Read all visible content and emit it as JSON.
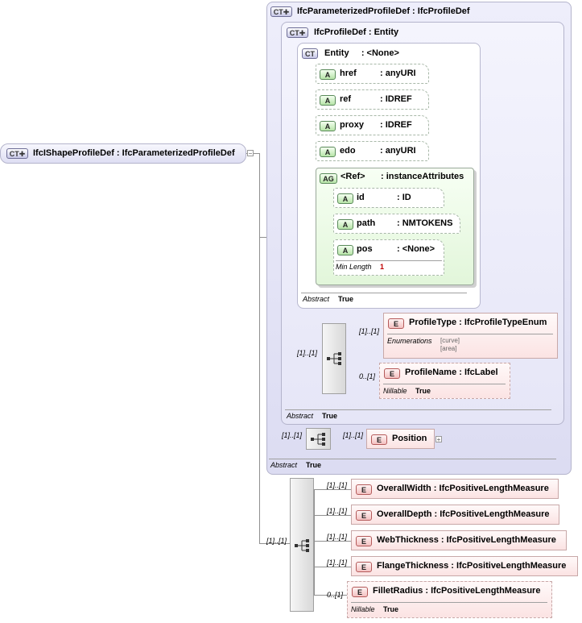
{
  "root": {
    "badge": "CT",
    "label": "IfcIShapeProfileDef : IfcParameterizedProfileDef"
  },
  "parameterized": {
    "badge": "CT",
    "title": "IfcParameterizedProfileDef : IfcProfileDef",
    "abstract_label": "Abstract",
    "abstract_value": "True"
  },
  "profiledef": {
    "badge": "CT",
    "title": "IfcProfileDef : Entity",
    "abstract_label": "Abstract",
    "abstract_value": "True"
  },
  "entity": {
    "badge": "CT",
    "title": "Entity     : <None>",
    "abstract_label": "Abstract",
    "abstract_value": "True",
    "attributes": [
      {
        "badge": "A",
        "name": "href",
        "type": ": anyURI"
      },
      {
        "badge": "A",
        "name": "ref",
        "type": ": IDREF"
      },
      {
        "badge": "A",
        "name": "proxy",
        "type": ": IDREF"
      },
      {
        "badge": "A",
        "name": "edo",
        "type": ": anyURI"
      }
    ],
    "group": {
      "badge": "AG",
      "name": "<Ref>",
      "type": ": instanceAttributes",
      "attributes": [
        {
          "badge": "A",
          "name": "id",
          "type": ": ID"
        },
        {
          "badge": "A",
          "name": "path",
          "type": ": NMTOKENS"
        },
        {
          "badge": "A",
          "name": "pos",
          "type": ": <None>",
          "facet_label": "Min Length",
          "facet_value": "1"
        }
      ]
    }
  },
  "profile_elements": {
    "sequence_card": "[1]..[1]",
    "items": [
      {
        "badge": "E",
        "name": "ProfileType : IfcProfileTypeEnum",
        "card": "[1]..[1]",
        "facet_label": "Enumerations",
        "values": [
          "[curve]",
          "[area]"
        ]
      },
      {
        "badge": "E",
        "name": "ProfileName : IfcLabel",
        "card": "0..[1]",
        "facet_label": "Nillable",
        "facet_value": "True"
      }
    ]
  },
  "position": {
    "sequence_card": "[1]..[1]",
    "card": "[1]..[1]",
    "badge": "E",
    "name": "Position"
  },
  "ishape": {
    "sequence_card": "[1]..[1]",
    "items": [
      {
        "badge": "E",
        "name": "OverallWidth : IfcPositiveLengthMeasure",
        "card": "[1]..[1]"
      },
      {
        "badge": "E",
        "name": "OverallDepth : IfcPositiveLengthMeasure",
        "card": "[1]..[1]"
      },
      {
        "badge": "E",
        "name": "WebThickness : IfcPositiveLengthMeasure",
        "card": "[1]..[1]"
      },
      {
        "badge": "E",
        "name": "FlangeThickness : IfcPositiveLengthMeasure",
        "card": "[1]..[1]"
      },
      {
        "badge": "E",
        "name": "FilletRadius : IfcPositiveLengthMeasure",
        "card": "0..[1]",
        "facet_label": "Nillable",
        "facet_value": "True"
      }
    ]
  },
  "icons": {
    "complex_type": "ct-plus-icon",
    "sequence": "sequence-icon",
    "expand": "expand-plus-icon"
  }
}
